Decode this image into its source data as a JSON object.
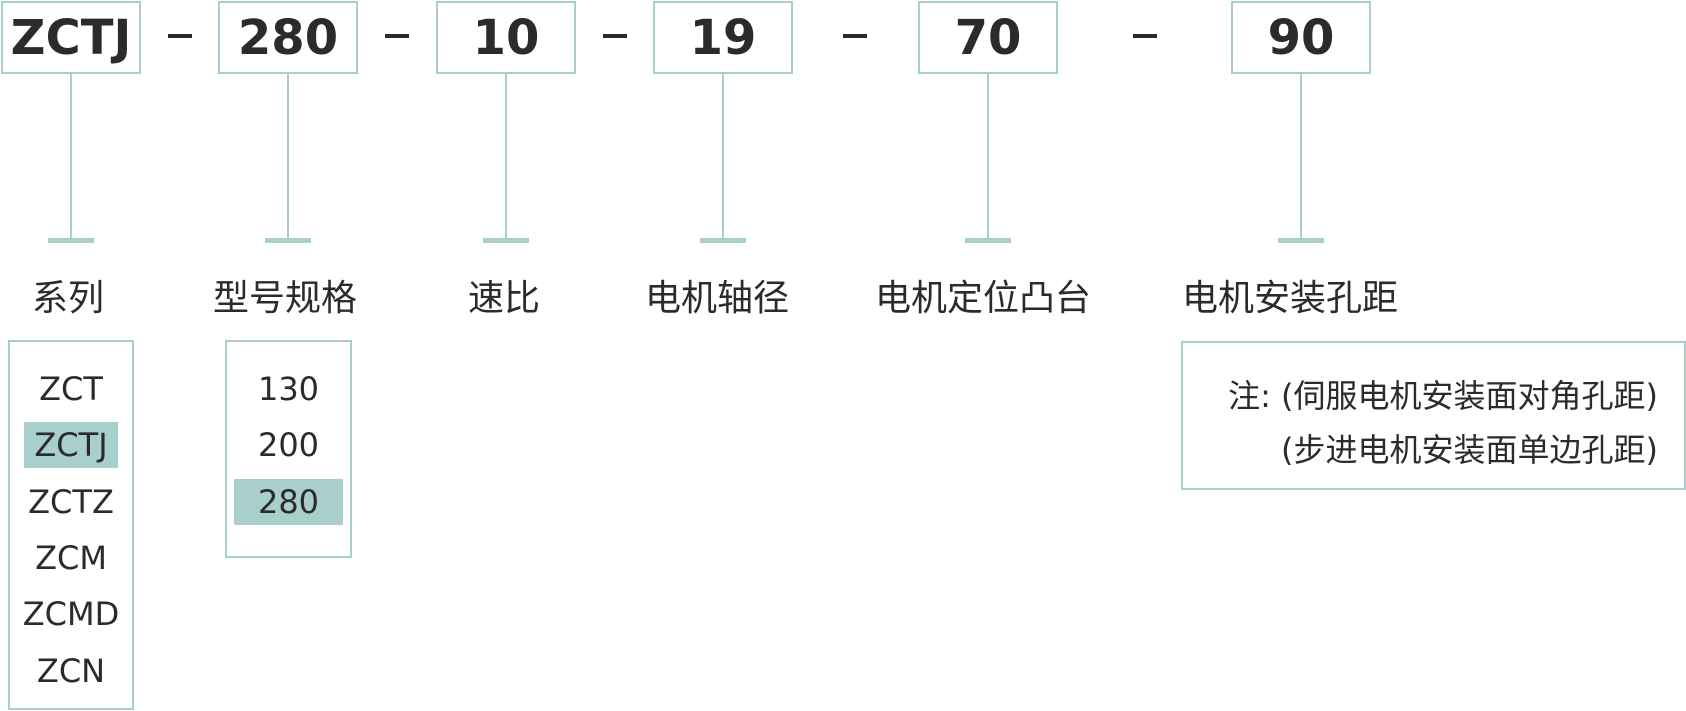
{
  "codes": [
    "ZCTJ",
    "280",
    "10",
    "19",
    "70",
    "90"
  ],
  "separator": "–",
  "labels": [
    "系列",
    "型号规格",
    "速比",
    "电机轴径",
    "电机定位凸台",
    "电机安装孔距"
  ],
  "series_options": [
    "ZCT",
    "ZCTJ",
    "ZCTZ",
    "ZCM",
    "ZCMD",
    "ZCN"
  ],
  "series_selected": "ZCTJ",
  "model_options": [
    "130",
    "200",
    "280"
  ],
  "model_selected": "280",
  "note": {
    "line1": "注: (伺服电机安装面对角孔距)",
    "line2": "(步进电机安装面单边孔距)"
  },
  "colors": {
    "accent": "#a9cfcc",
    "text": "#2b2b2b"
  }
}
